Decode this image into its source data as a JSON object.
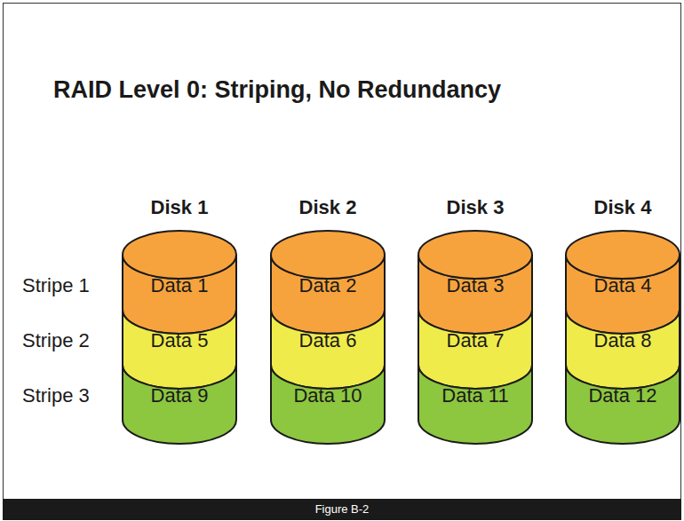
{
  "diagram": {
    "title": "RAID Level 0: Striping, No Redundancy",
    "caption": "Figure B-2",
    "nodes": [
      {
        "text": [
          "Disk 1"
        ]
      },
      {
        "text": [
          "Data 1"
        ],
        "in": 0
      },
      {
        "text": [
          "Data 5"
        ],
        "in": 0
      },
      {
        "text": [
          "Data 9"
        ],
        "in": 0
      },
      {
        "text": [
          "Disk 2"
        ]
      },
      {
        "text": [
          "Data 2"
        ],
        "in": 4
      },
      {
        "text": [
          "Data 6"
        ],
        "in": 4
      },
      {
        "text": [
          "Data 10"
        ],
        "in": 4
      },
      {
        "text": [
          "Disk 3"
        ]
      },
      {
        "text": [
          "Data 3"
        ],
        "in": 8
      },
      {
        "text": [
          "Data 7"
        ],
        "in": 8
      },
      {
        "text": [
          "Data 11"
        ],
        "in": 8
      },
      {
        "text": [
          "Disk 4"
        ]
      },
      {
        "text": [
          "Data 4"
        ],
        "in": 12
      },
      {
        "text": [
          "Data 8"
        ],
        "in": 12
      },
      {
        "text": [
          "Data 12"
        ],
        "in": 12
      }
    ],
    "labels": [
      "Stripe 1",
      "Stripe 2",
      "Stripe 3"
    ]
  }
}
